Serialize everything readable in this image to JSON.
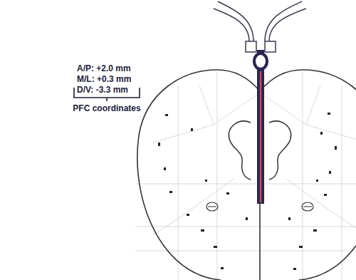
{
  "diagram": {
    "labels": [
      "A/P: +2.0 mm",
      "M/L: +0.3 mm",
      "D/V: -3.3 mm",
      "PFC coordinates"
    ]
  }
}
